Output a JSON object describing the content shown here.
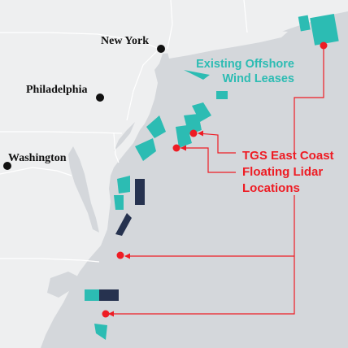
{
  "colors": {
    "ocean": "#d4d7db",
    "land": "#eeeff0",
    "border": "#ffffff",
    "lease_teal": "#2cbcb3",
    "lease_navy": "#26324f",
    "lidar_red": "#ee1c24",
    "city_dot": "#111111"
  },
  "cities": [
    {
      "name": "New York"
    },
    {
      "name": "Philadelphia"
    },
    {
      "name": "Washington"
    }
  ],
  "legend": {
    "existing_leases": [
      "Existing Offshore",
      "Wind Leases"
    ],
    "lidar_locations": [
      "TGS East Coast",
      "Floating Lidar",
      "Locations"
    ]
  }
}
